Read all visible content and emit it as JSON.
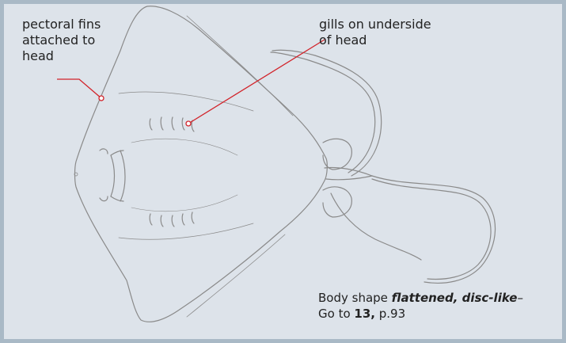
{
  "labels": {
    "fins": [
      "pectoral fins",
      "attached to",
      "head"
    ],
    "gills": [
      "gills on underside",
      "of head"
    ]
  },
  "caption": {
    "line1_prefix": "Body shape ",
    "line1_key": "flattened, disc-like",
    "line1_suffix": "–",
    "line2_prefix": "Go to ",
    "line2_num": "13,",
    "line2_suffix": " p.93"
  },
  "colors": {
    "background": "#dde3ea",
    "frame": "#a9b9c6",
    "leader": "#d2232a",
    "sketch": "#8a8a8a"
  }
}
